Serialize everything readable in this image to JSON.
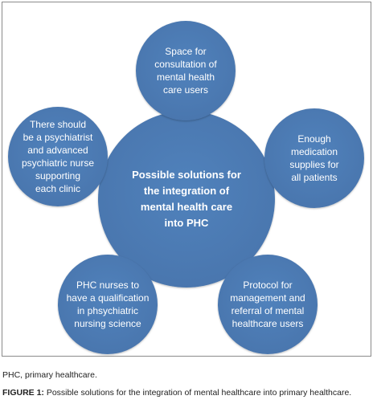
{
  "diagram": {
    "center": "Possible solutions for\nthe integration of\nmental health care\ninto PHC",
    "top": "Space for\nconsultation of\nmental health\ncare users",
    "right": "Enough\nmedication\nsupplies for\nall patients",
    "bottom_right": "Protocol for\nmanagement and\nreferral of mental\nhealthcare users",
    "bottom_left": "PHC nurses to\nhave a qualification\nin phsychiatric\nnursing science",
    "left": "There should\nbe a psychiatrist\nand advanced\npsychiatric nurse\nsupporting\neach clinic"
  },
  "caption": {
    "abbreviation": "PHC, primary healthcare.",
    "figure_label": "FIGURE 1:",
    "figure_text": "Possible solutions for the integration of mental healthcare into primary healthcare."
  },
  "colors": {
    "circle_fill": "#4a78b0",
    "text": "#ffffff",
    "frame_border": "#8a8a8a"
  }
}
